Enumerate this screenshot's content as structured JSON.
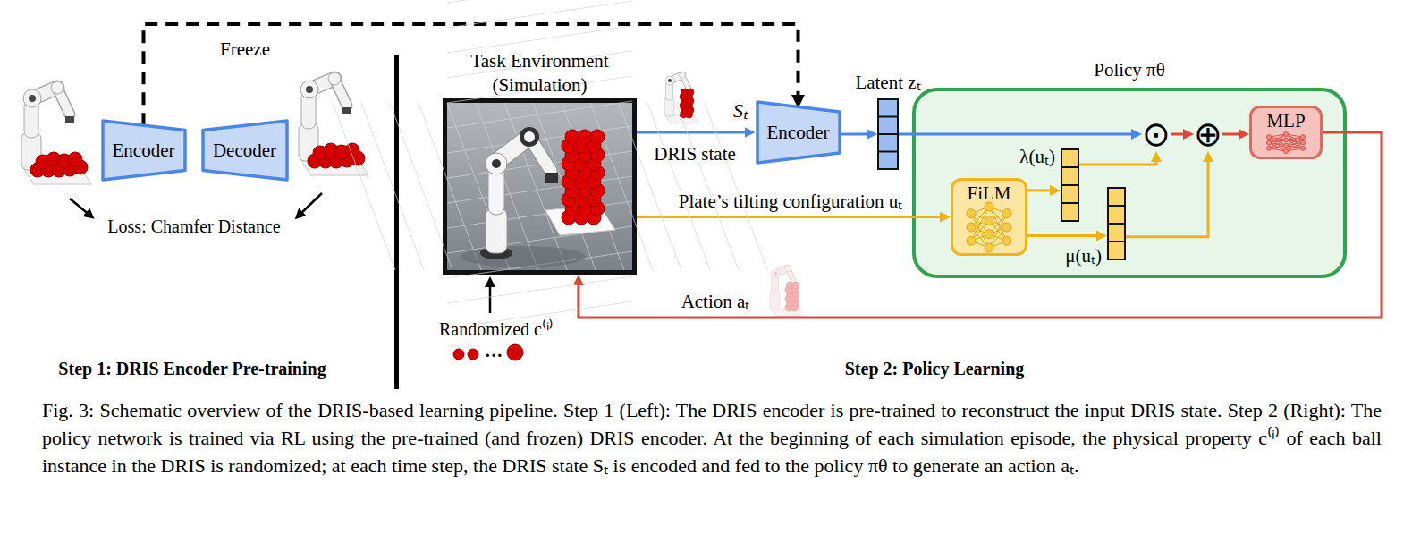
{
  "diagram": {
    "caption": "Fig. 3: Schematic overview of the DRIS-based learning pipeline. Step 1 (Left): The DRIS encoder is pre-trained to reconstruct the input DRIS state. Step 2 (Right): The policy network is trained via RL using the pre-trained (and frozen) DRIS encoder. At the beginning of each simulation episode, the physical property c⁽ⁱ⁾ of each ball instance in the DRIS is randomized; at each time step, the DRIS state Sₜ is encoded and fed to the policy πθ to generate an action aₜ.",
    "nodes": [
      {
        "text": [
          "Encoder"
        ]
      },
      {
        "text": [
          "Decoder"
        ]
      },
      {
        "text": [
          "Task Environment (Simulation)"
        ]
      },
      {
        "text": [
          "Encoder"
        ]
      },
      {
        "text": [
          "Latent zₜ"
        ]
      },
      {
        "text": [
          "Policy πθ"
        ]
      },
      {
        "text": [
          "FiLM"
        ],
        "in": 5
      },
      {
        "text": [
          "λ(uₜ)"
        ],
        "in": 5
      },
      {
        "text": [
          "μ(uₜ)"
        ],
        "in": 5
      },
      {
        "text": [
          "⊙"
        ],
        "in": 5
      },
      {
        "text": [
          "⊕"
        ],
        "in": 5
      },
      {
        "text": [
          "MLP"
        ],
        "in": 5
      }
    ],
    "edges": [
      {
        "from": 0,
        "to": 3,
        "label": "Freeze",
        "arrow": "to"
      },
      {
        "from": 2,
        "to": 3,
        "label": "DRIS state",
        "arrow": "to"
      },
      {
        "from": 3,
        "to": 4,
        "arrow": "to"
      },
      {
        "from": 4,
        "to": 9,
        "arrow": "to"
      },
      {
        "from": 2,
        "to": 6,
        "label": "Plate’s tilting configuration uₜ",
        "arrow": "to"
      },
      {
        "from": 6,
        "to": 7,
        "arrow": "to"
      },
      {
        "from": 6,
        "to": 8,
        "arrow": "to"
      },
      {
        "from": 7,
        "to": 9,
        "arrow": "to"
      },
      {
        "from": 8,
        "to": 10,
        "arrow": "to"
      },
      {
        "from": 9,
        "to": 10,
        "arrow": "to"
      },
      {
        "from": 10,
        "to": 11,
        "arrow": "to"
      },
      {
        "from": 11,
        "to": 2,
        "label": "Action aₜ",
        "arrow": "to"
      }
    ],
    "labels": [
      "Loss: Chamfer Distance",
      "Step 1: DRIS Encoder Pre-training",
      "Sₜ",
      "Randomized c⁽ⁱ⁾",
      "…",
      "Step 2: Policy Learning"
    ]
  }
}
